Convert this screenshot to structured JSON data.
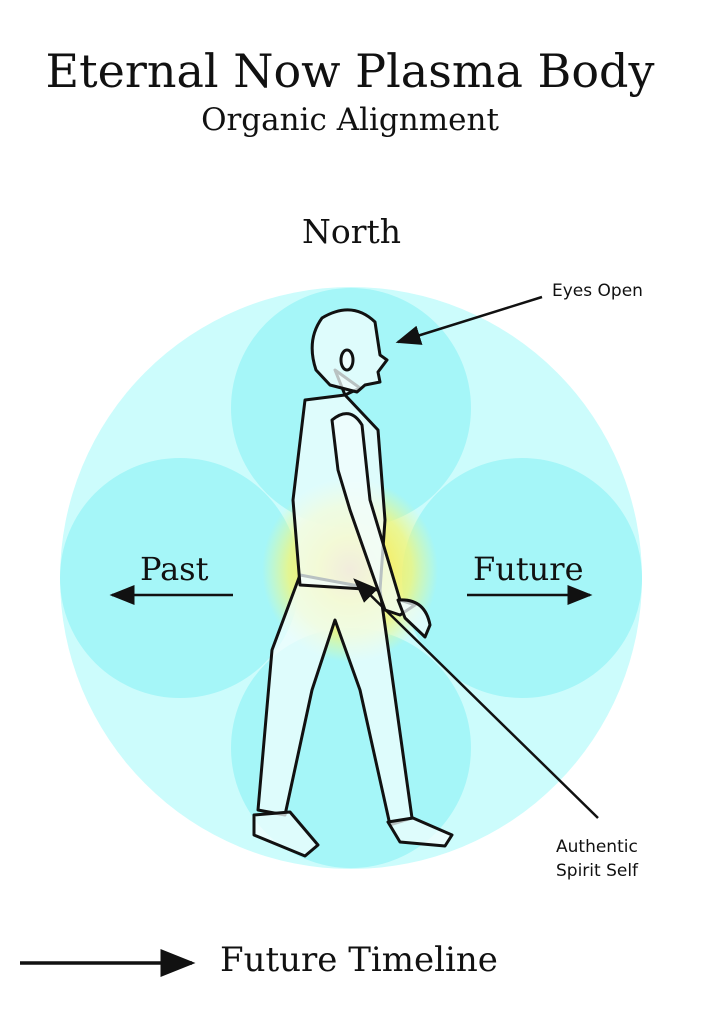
{
  "title": "Eternal Now Plasma Body",
  "subtitle": "Organic Alignment",
  "labels": {
    "north": "North",
    "past": "Past",
    "future": "Future",
    "eyes_open": "Eyes Open",
    "authentic_line1": "Authentic",
    "authentic_line2": "Spirit Self",
    "future_timeline": "Future Timeline"
  },
  "colors": {
    "outer_circle": "#ccfcfc",
    "petal_circle": "#9df5f7",
    "glow": "#f6f35a",
    "figure_fill": "#f2fdfd",
    "ink": "#111111"
  }
}
